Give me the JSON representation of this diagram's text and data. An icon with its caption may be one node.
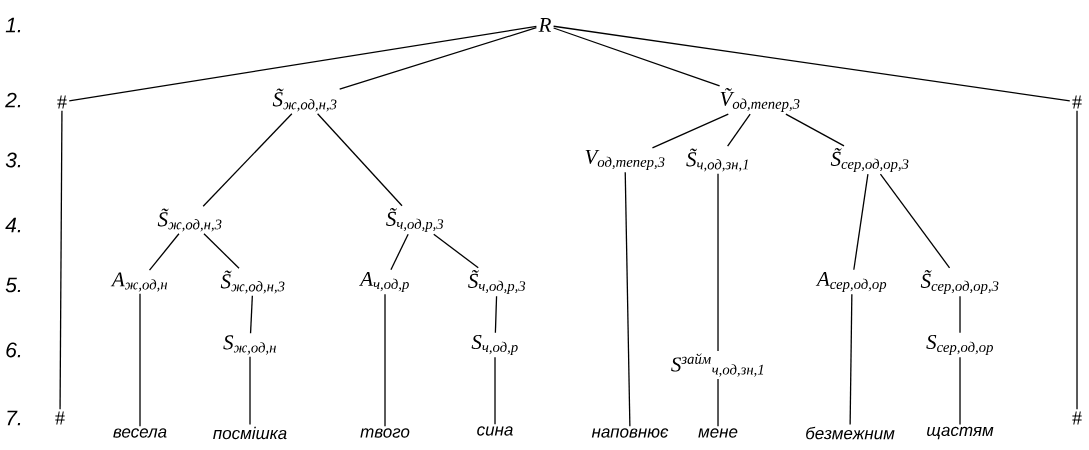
{
  "diagram": {
    "nodes": [
      {
        "text": [
          "R"
        ]
      },
      {
        "text": [
          "#"
        ]
      },
      {
        "text": [
          "S̃$_{ж,од,н,3}$"
        ]
      },
      {
        "text": [
          "Ṽ$_{од,тепер,3}$"
        ]
      },
      {
        "text": [
          "#"
        ]
      },
      {
        "text": [
          "V$_{од,тепер,3}$"
        ]
      },
      {
        "text": [
          "S̃$_{ч,од,зн,1}$"
        ]
      },
      {
        "text": [
          "S̃$_{сер,од,ор,3}$"
        ]
      },
      {
        "text": [
          "S̃$_{ж,од,н,3}$"
        ]
      },
      {
        "text": [
          "S̃$_{ч,од,р,3}$"
        ]
      },
      {
        "text": [
          "A$_{ж,од,н}$"
        ]
      },
      {
        "text": [
          "S̃$_{ж,од,н,3}$"
        ]
      },
      {
        "text": [
          "A$_{ч,од,р}$"
        ]
      },
      {
        "text": [
          "S̃$_{ч,од,р,3}$"
        ]
      },
      {
        "text": [
          "A$_{сер,од,ор}$"
        ]
      },
      {
        "text": [
          "S̃$_{сер,од,ор,3}$"
        ]
      },
      {
        "text": [
          "S$_{ж,од,н}$"
        ]
      },
      {
        "text": [
          "S$_{ч,од,р}$"
        ]
      },
      {
        "text": [
          "S$^{займ}$$_{ч,од,зн,1}$"
        ]
      },
      {
        "text": [
          "S$_{сер,од,ор}$"
        ]
      },
      {
        "text": [
          "#"
        ]
      },
      {
        "text": [
          "весела"
        ]
      },
      {
        "text": [
          "посмішка"
        ]
      },
      {
        "text": [
          "твого"
        ]
      },
      {
        "text": [
          "сина"
        ]
      },
      {
        "text": [
          "наповнює"
        ]
      },
      {
        "text": [
          "мене"
        ]
      },
      {
        "text": [
          "безмежним"
        ]
      },
      {
        "text": [
          "щастям"
        ]
      },
      {
        "text": [
          "#"
        ]
      }
    ],
    "edges": [
      {
        "from": 0,
        "to": 1,
        "arrow": "none"
      },
      {
        "from": 0,
        "to": 2,
        "arrow": "none"
      },
      {
        "from": 0,
        "to": 3,
        "arrow": "none"
      },
      {
        "from": 0,
        "to": 4,
        "arrow": "none"
      },
      {
        "from": 1,
        "to": 20,
        "arrow": "none"
      },
      {
        "from": 2,
        "to": 8,
        "arrow": "none"
      },
      {
        "from": 2,
        "to": 9,
        "arrow": "none"
      },
      {
        "from": 3,
        "to": 5,
        "arrow": "none"
      },
      {
        "from": 3,
        "to": 6,
        "arrow": "none"
      },
      {
        "from": 3,
        "to": 7,
        "arrow": "none"
      },
      {
        "from": 4,
        "to": 29,
        "arrow": "none"
      },
      {
        "from": 8,
        "to": 10,
        "arrow": "none"
      },
      {
        "from": 8,
        "to": 11,
        "arrow": "none"
      },
      {
        "from": 9,
        "to": 12,
        "arrow": "none"
      },
      {
        "from": 9,
        "to": 13,
        "arrow": "none"
      },
      {
        "from": 7,
        "to": 14,
        "arrow": "none"
      },
      {
        "from": 7,
        "to": 15,
        "arrow": "none"
      },
      {
        "from": 10,
        "to": 21,
        "arrow": "none"
      },
      {
        "from": 11,
        "to": 16,
        "arrow": "none"
      },
      {
        "from": 16,
        "to": 22,
        "arrow": "none"
      },
      {
        "from": 12,
        "to": 23,
        "arrow": "none"
      },
      {
        "from": 13,
        "to": 17,
        "arrow": "none"
      },
      {
        "from": 17,
        "to": 24,
        "arrow": "none"
      },
      {
        "from": 5,
        "to": 25,
        "arrow": "none"
      },
      {
        "from": 6,
        "to": 18,
        "arrow": "none"
      },
      {
        "from": 18,
        "to": 26,
        "arrow": "none"
      },
      {
        "from": 14,
        "to": 27,
        "arrow": "none"
      },
      {
        "from": 15,
        "to": 19,
        "arrow": "none"
      },
      {
        "from": 19,
        "to": 28,
        "arrow": "none"
      }
    ],
    "labels": [
      "1.",
      "2.",
      "3.",
      "4.",
      "5.",
      "6.",
      "7."
    ]
  }
}
